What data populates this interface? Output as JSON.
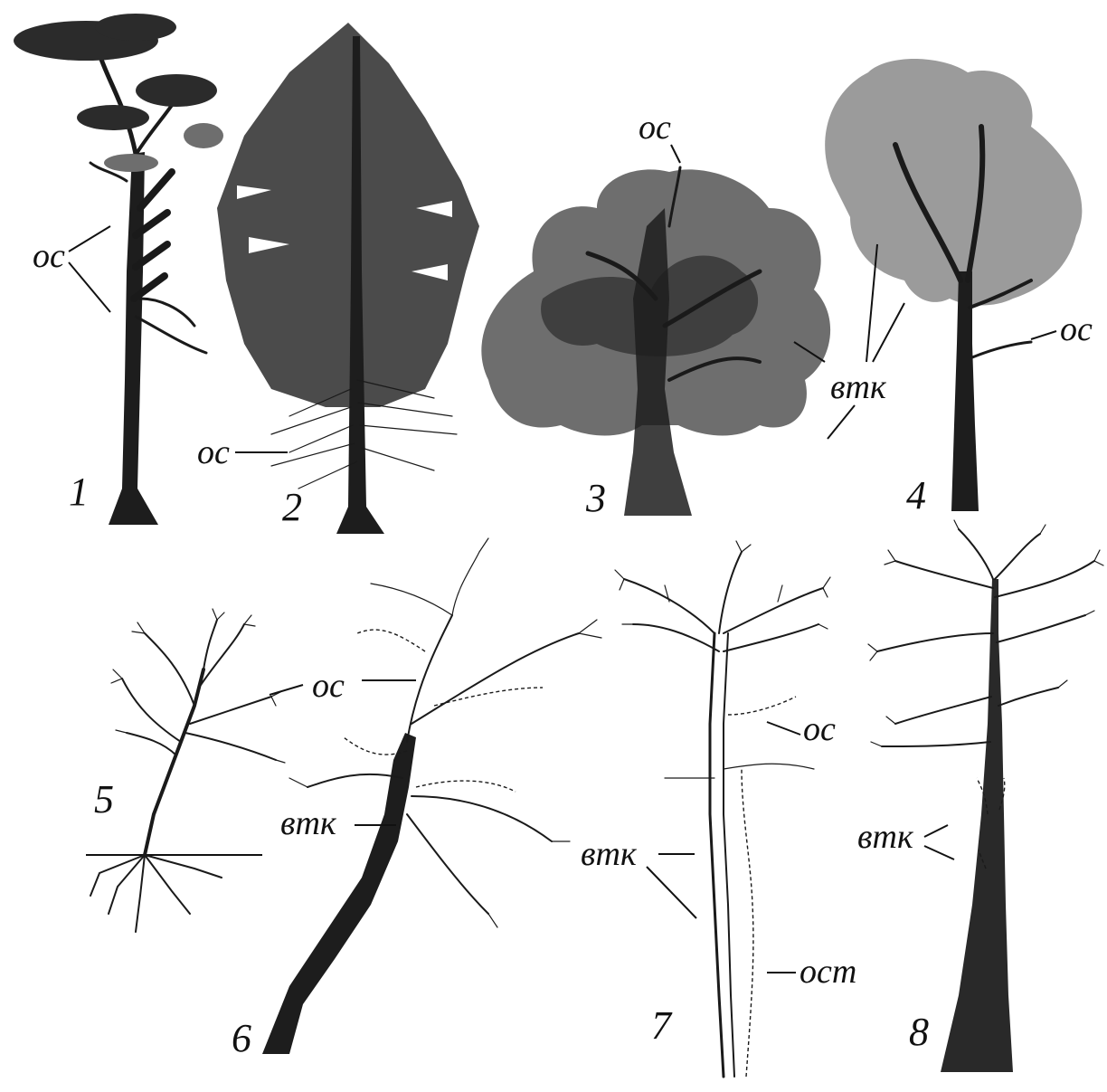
{
  "figures": [
    {
      "number": "1",
      "labels": [
        "ос"
      ]
    },
    {
      "number": "2",
      "labels": [
        "ос"
      ]
    },
    {
      "number": "3",
      "labels": [
        "ос"
      ]
    },
    {
      "number": "4",
      "labels": [
        "втк",
        "ос"
      ]
    },
    {
      "number": "5",
      "labels": [
        "ос"
      ]
    },
    {
      "number": "6",
      "labels": [
        "ос",
        "втк"
      ]
    },
    {
      "number": "7",
      "labels": [
        "ос",
        "втк",
        "ост"
      ]
    },
    {
      "number": "8",
      "labels": [
        "втк"
      ]
    }
  ],
  "colors": {
    "ink": "#111111",
    "background": "#ffffff",
    "foliage_gray": "#6e6e6e"
  }
}
